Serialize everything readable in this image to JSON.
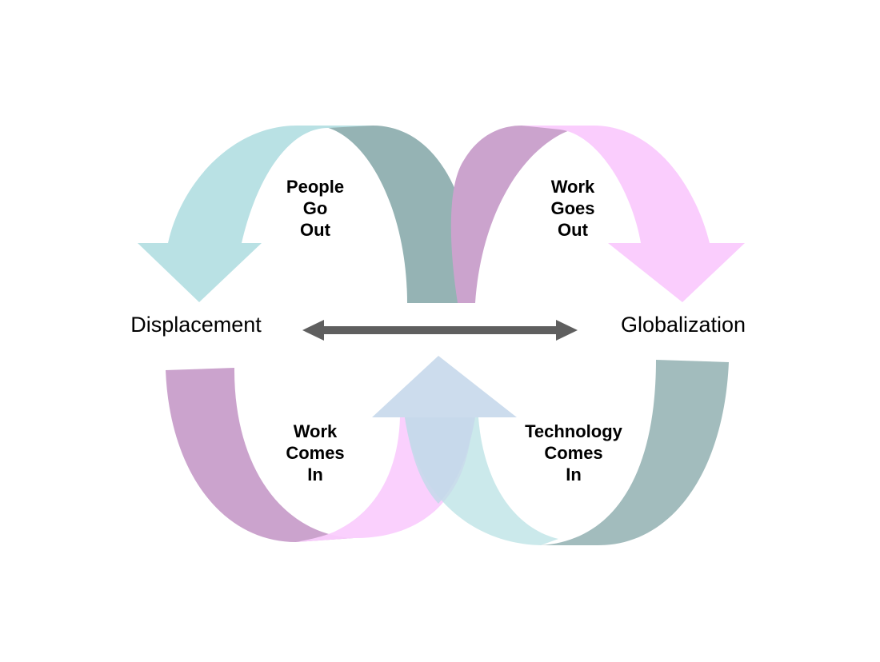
{
  "nodes": {
    "left": "Displacement",
    "right": "Globalization"
  },
  "arrows": {
    "people_go_out": [
      "People",
      "Go",
      "Out"
    ],
    "work_goes_out": [
      "Work",
      "Goes",
      "Out"
    ],
    "work_comes_in": [
      "Work",
      "Comes",
      "In"
    ],
    "technology_comes_in": [
      "Technology",
      "Comes",
      "In"
    ]
  },
  "colors": {
    "teal_light": "#b9e1e4",
    "teal_dark": "#95b3b4",
    "mauve": "#cba3cd",
    "pink": "#facdfd",
    "connector": "#5f5f5f",
    "center_arrow": "#c6d8eb"
  }
}
